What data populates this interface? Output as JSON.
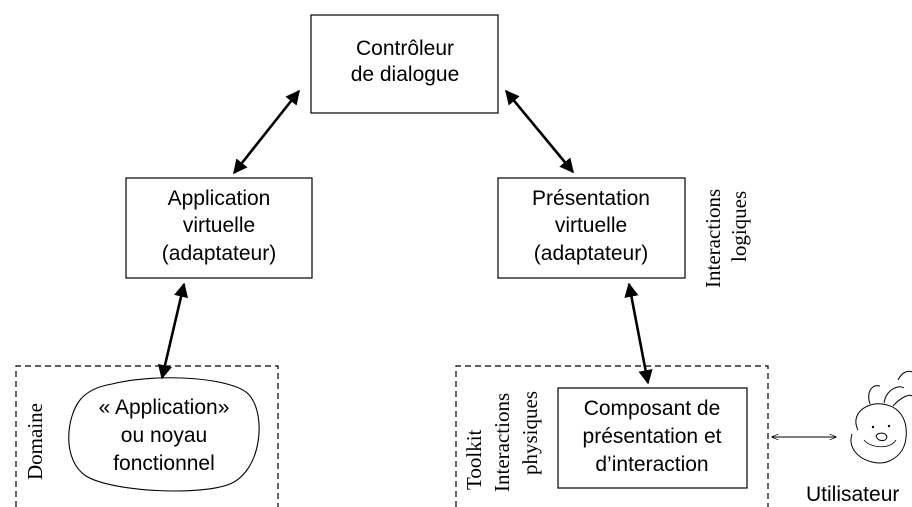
{
  "controller": {
    "line1": "Contrôleur",
    "line2": "de dialogue"
  },
  "app_virtual": {
    "line1": "Application",
    "line2": "virtuelle",
    "line3": "(adaptateur)"
  },
  "pres_virtual": {
    "line1": "Présentation",
    "line2": "virtuelle",
    "line3": "(adaptateur)"
  },
  "logic_label": {
    "line1": "Interactions",
    "line2": "logiques"
  },
  "domain": {
    "label": "Domaine",
    "line1": "« Application»",
    "line2": "ou noyau",
    "line3": "fonctionnel"
  },
  "toolkit": {
    "label": "Toolkit",
    "phys1": "Interactions",
    "phys2": "physiques",
    "line1": "Composant de",
    "line2": "présentation et",
    "line3": "d’interaction"
  },
  "user": {
    "label": "Utilisateur"
  }
}
